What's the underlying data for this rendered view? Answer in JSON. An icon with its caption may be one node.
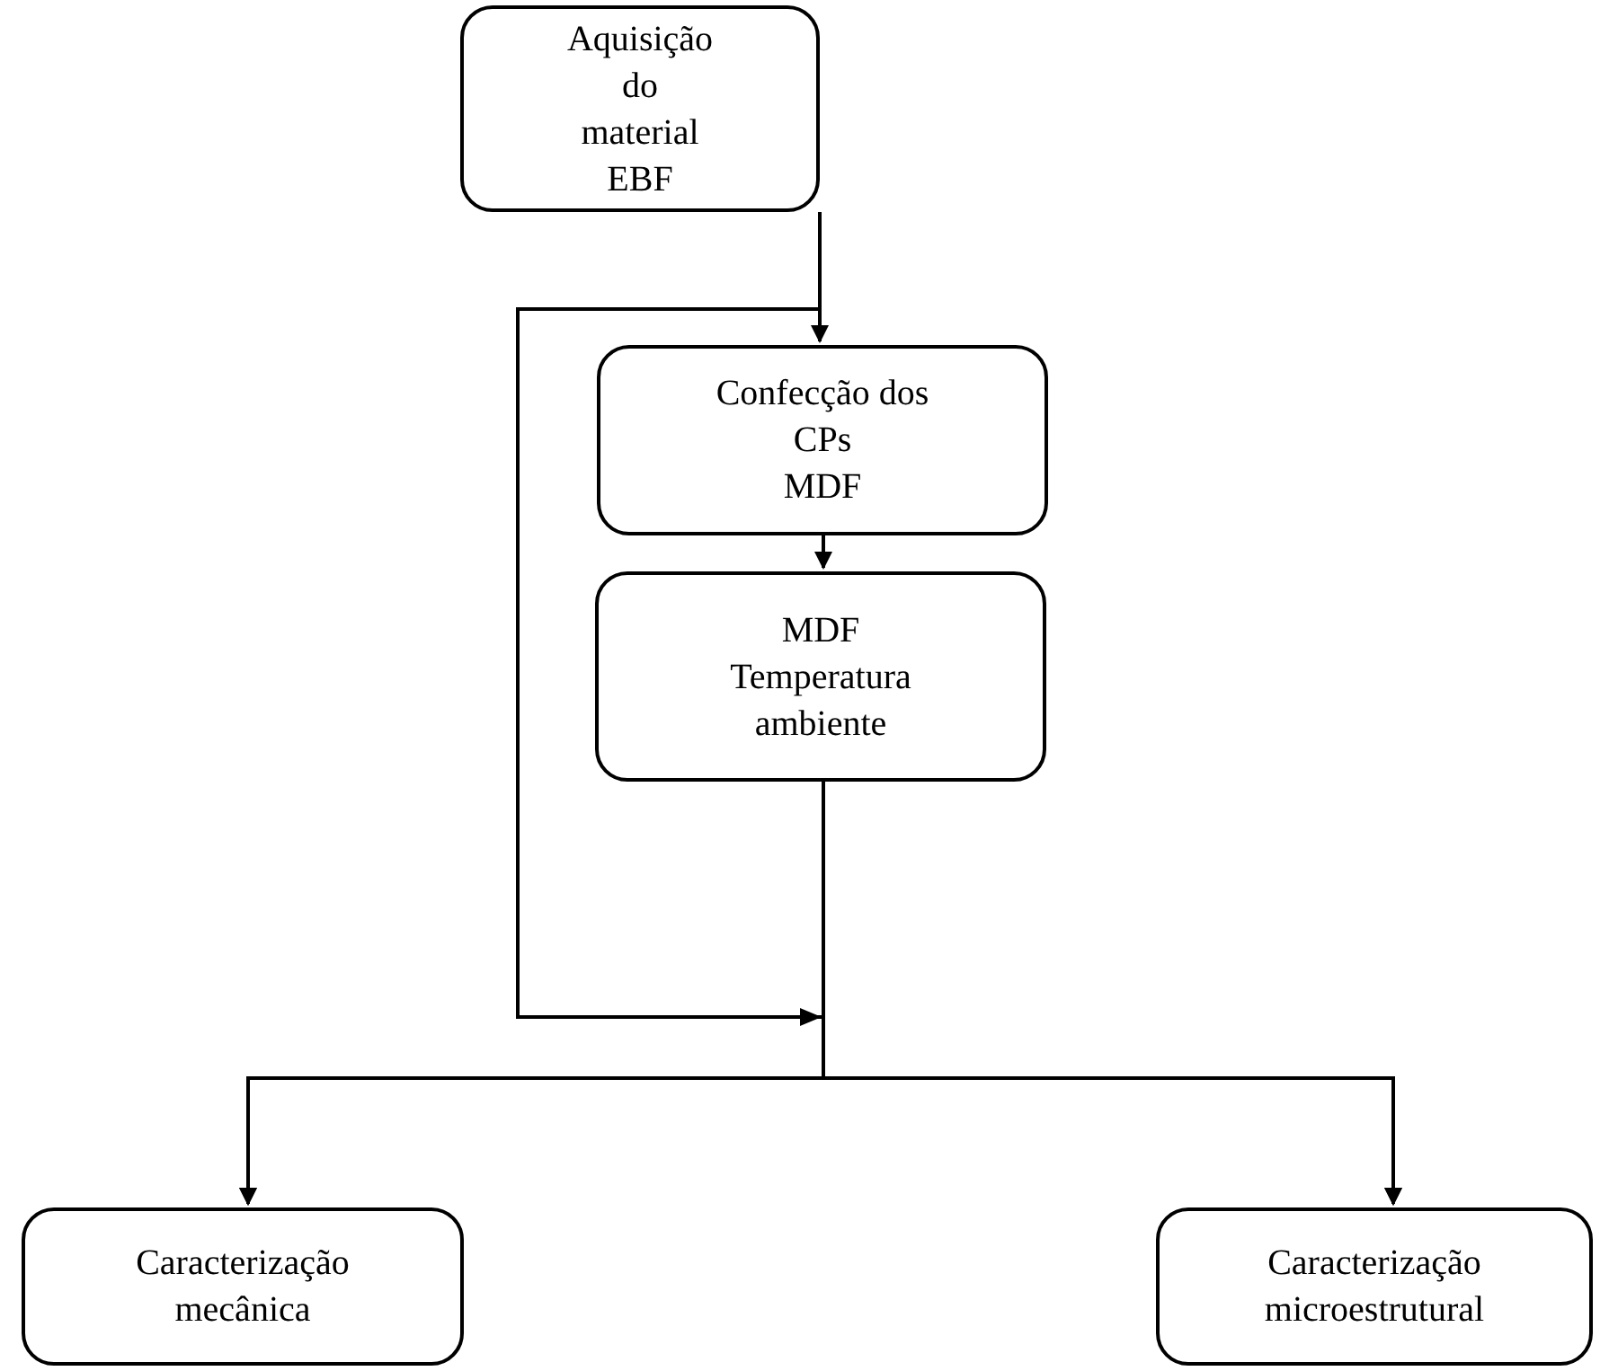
{
  "diagram": {
    "nodes": [
      {
        "text": [
          "Aquisição do material",
          "EBF"
        ]
      },
      {
        "text": [
          "Confecção dos CPs",
          "MDF"
        ]
      },
      {
        "text": [
          "MDF",
          "Temperatura ambiente"
        ]
      },
      {
        "text": [
          "Caracterização mecânica"
        ]
      },
      {
        "text": [
          "Caracterização microestrutural"
        ]
      }
    ],
    "edges": [
      {
        "from": 0,
        "to": 1,
        "arrow": "to"
      },
      {
        "from": 1,
        "to": 2,
        "arrow": "to"
      },
      {
        "from": 2,
        "to": 3,
        "arrow": "to"
      },
      {
        "from": 2,
        "to": 4,
        "arrow": "to"
      },
      {
        "from": 0,
        "to": 3,
        "arrow": "to"
      },
      {
        "from": 0,
        "to": 4,
        "arrow": "to"
      }
    ]
  }
}
